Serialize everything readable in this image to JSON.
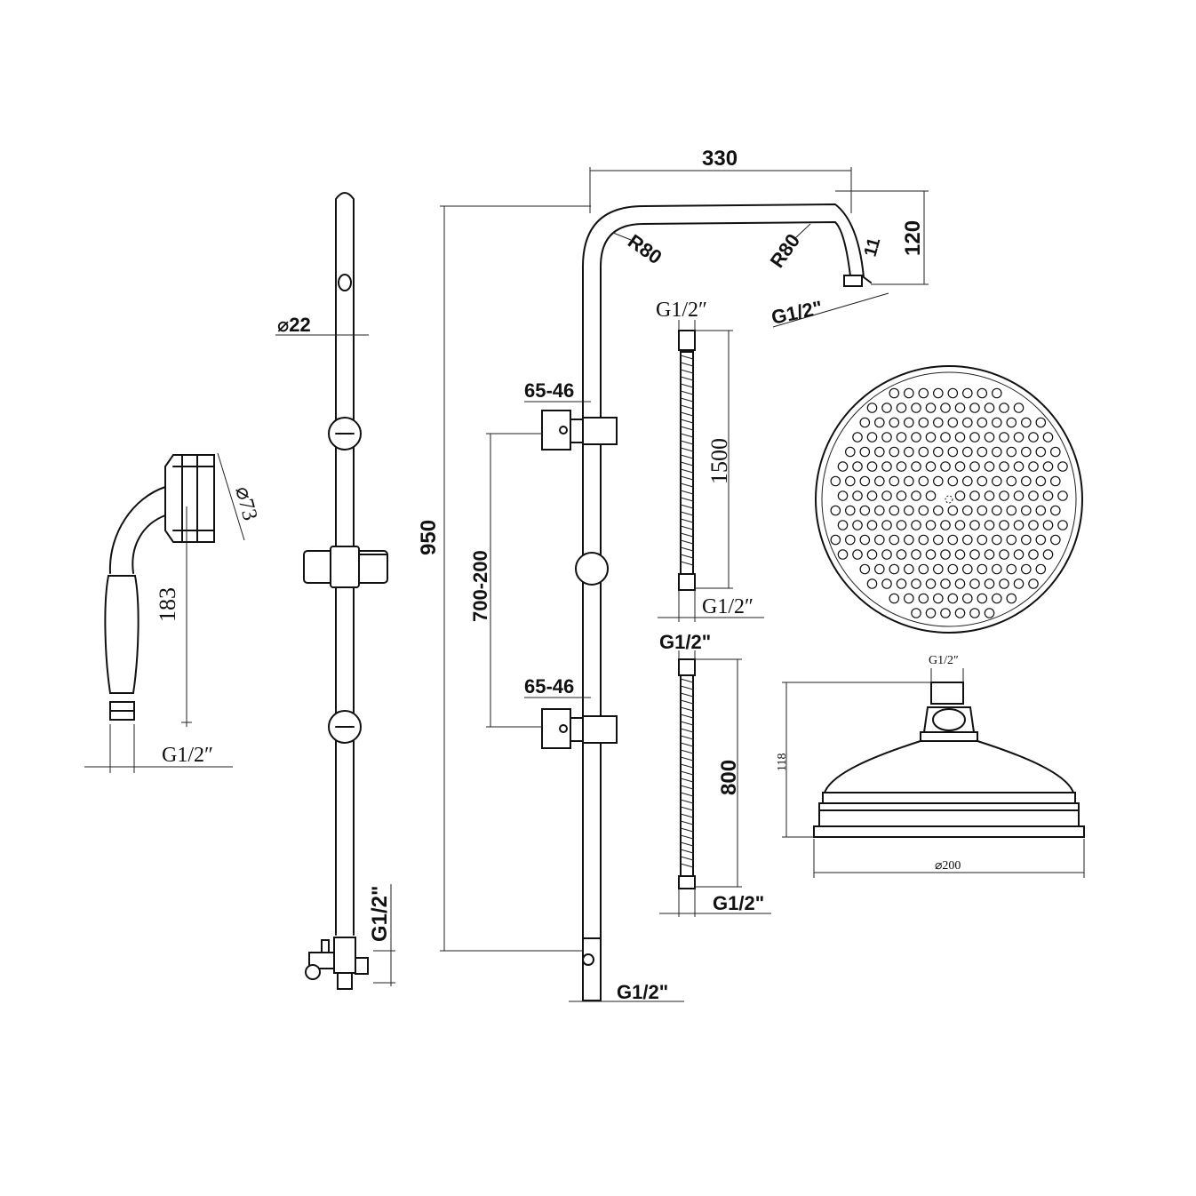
{
  "drawing": {
    "handset": {
      "diameter_label": "⌀73",
      "length_label": "183",
      "thread_label": "G1/2″"
    },
    "slide_rail": {
      "diameter_label": "⌀22",
      "thread_label": "G1/2\""
    },
    "riser": {
      "height_label": "950",
      "bracket_upper_label": "65-46",
      "bracket_lower_label": "65-46",
      "bracket_spacing_label": "700-200",
      "thread_bottom_label": "G1/2\""
    },
    "arm": {
      "width_label": "330",
      "height_label": "120",
      "radius_left_label": "R80",
      "radius_right_label": "R80",
      "outlet_label": "11",
      "thread_label": "G1/2\""
    },
    "hose_long": {
      "length_label": "1500",
      "thread_top_label": "G1/2″",
      "thread_bottom_label": "G1/2″"
    },
    "hose_short": {
      "length_label": "800",
      "thread_top_label": "G1/2\"",
      "thread_bottom_label": "G1/2\""
    },
    "rose": {
      "thread_label": "G1/2″",
      "height_label": "118",
      "diameter_label": "⌀200"
    }
  }
}
